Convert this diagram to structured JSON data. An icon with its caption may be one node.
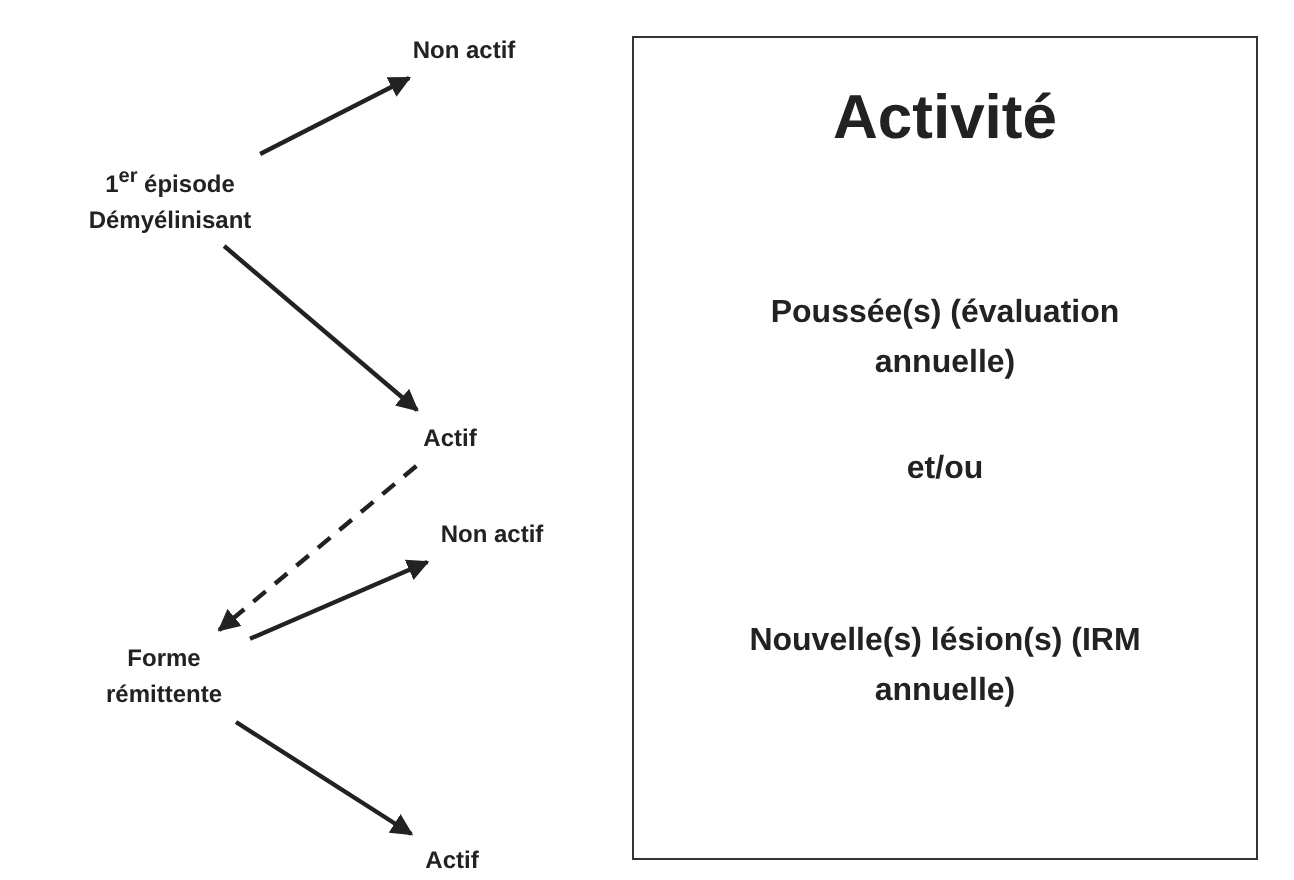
{
  "diagram": {
    "nodes": [
      {
        "text": [
          "1$^{er}$ épisode Démyélinisant"
        ]
      },
      {
        "text": [
          "Non actif"
        ]
      },
      {
        "text": [
          "Actif"
        ]
      },
      {
        "text": [
          "Non actif"
        ]
      },
      {
        "text": [
          "Forme rémittente"
        ]
      },
      {
        "text": [
          "Actif"
        ]
      },
      {
        "text": [
          "Activité",
          "Poussée(s) (évaluation annuelle)",
          "et/ou",
          "Nouvelle(s) lésion(s) (IRM annuelle)"
        ]
      }
    ],
    "edges": [
      {
        "from": 0,
        "to": 1,
        "arrow": "to"
      },
      {
        "from": 0,
        "to": 2,
        "arrow": "to"
      },
      {
        "from": 2,
        "to": 4,
        "arrow": "to",
        "style": "dashed"
      },
      {
        "from": 4,
        "to": 3,
        "arrow": "to"
      },
      {
        "from": 4,
        "to": 5,
        "arrow": "to"
      }
    ]
  }
}
